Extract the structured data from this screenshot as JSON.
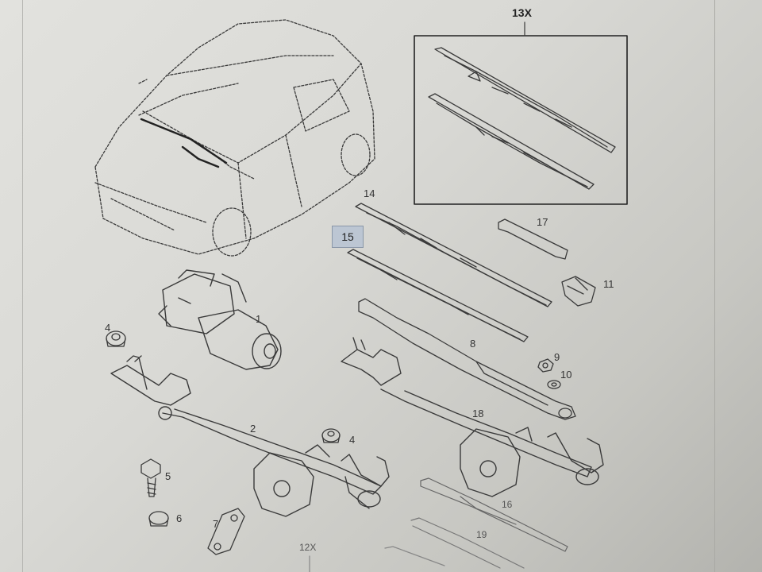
{
  "diagram": {
    "inset_label": "13X",
    "bottom_label": "12X",
    "highlighted_part": "15",
    "part_labels": {
      "p1": "1",
      "p2": "2",
      "p4a": "4",
      "p4b": "4",
      "p5": "5",
      "p6": "6",
      "p7": "7",
      "p8": "8",
      "p9": "9",
      "p10": "10",
      "p11": "11",
      "p14": "14",
      "p16": "16",
      "p17": "17",
      "p18": "18",
      "p19": "19"
    }
  }
}
